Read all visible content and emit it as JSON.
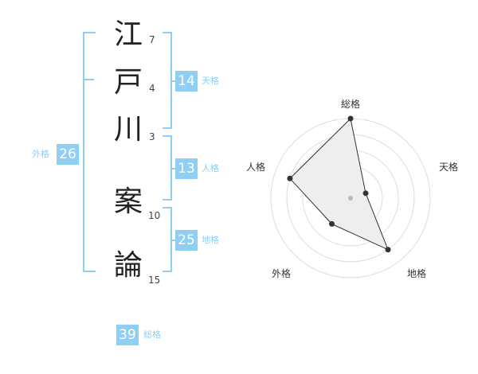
{
  "name": {
    "chars": [
      {
        "char": "江",
        "strokes": "7"
      },
      {
        "char": "戸",
        "strokes": "4"
      },
      {
        "char": "川",
        "strokes": "3"
      },
      {
        "char": "案",
        "strokes": "10"
      },
      {
        "char": "論",
        "strokes": "15"
      }
    ]
  },
  "fortune": {
    "tenkaku": {
      "value": "14",
      "label": "天格"
    },
    "jinkaku": {
      "value": "13",
      "label": "人格"
    },
    "chikaku": {
      "value": "25",
      "label": "地格"
    },
    "gaikaku": {
      "value": "26",
      "label": "外格"
    },
    "soukaku": {
      "value": "39",
      "label": "総格"
    }
  },
  "radar": {
    "axes": [
      "総格",
      "天格",
      "地格",
      "外格",
      "人格"
    ],
    "levels": [
      5,
      1,
      4,
      2,
      4
    ],
    "max": 5,
    "colors": {
      "grid": "#dddddd",
      "fill": "#eeeeee",
      "line": "#333333",
      "point": "#333333",
      "center": "#bbbbbb"
    }
  },
  "colors": {
    "accent": "#8ecff3"
  }
}
